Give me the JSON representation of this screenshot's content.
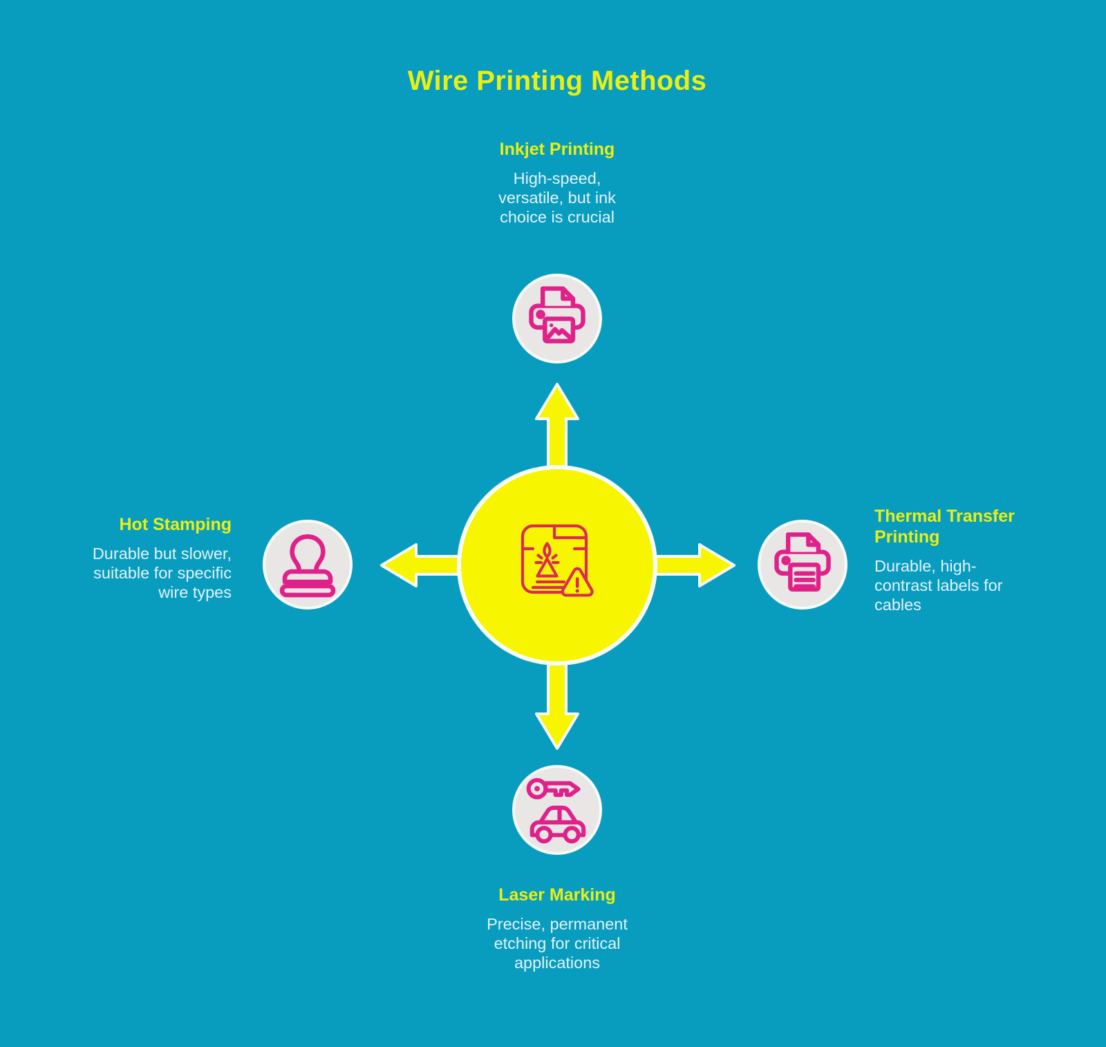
{
  "title": "Wire Printing Methods",
  "colors": {
    "background": "#089DBF",
    "shape_yellow": "#F7F600",
    "text_yellow": "#EAEF12",
    "text_light": "#E4F2F6",
    "icon_pink": "#E02189",
    "center_icon_red": "#DB2A55",
    "node_fill": "#E9E6E6",
    "outline_white": "#F7FCFD"
  },
  "center": {
    "icon": "3d-printer-warning-icon"
  },
  "nodes": [
    {
      "id": "inkjet-printing",
      "position": "top",
      "label": "Inkjet Printing",
      "description_lines": [
        "High-speed,",
        "versatile, but ink",
        "choice is crucial"
      ],
      "icon": "inkjet-printer-icon"
    },
    {
      "id": "thermal-transfer-printing",
      "position": "right",
      "label": "Thermal Transfer Printing",
      "description_lines": [
        "Durable, high-",
        "contrast labels for",
        "cables"
      ],
      "icon": "thermal-printer-icon"
    },
    {
      "id": "laser-marking",
      "position": "bottom",
      "label": "Laser Marking",
      "description_lines": [
        "Precise, permanent",
        "etching for critical",
        "applications"
      ],
      "icon": "car-key-icon"
    },
    {
      "id": "hot-stamping",
      "position": "left",
      "label": "Hot Stamping",
      "description_lines": [
        "Durable but slower,",
        "suitable for specific",
        "wire types"
      ],
      "icon": "stamp-icon"
    }
  ]
}
